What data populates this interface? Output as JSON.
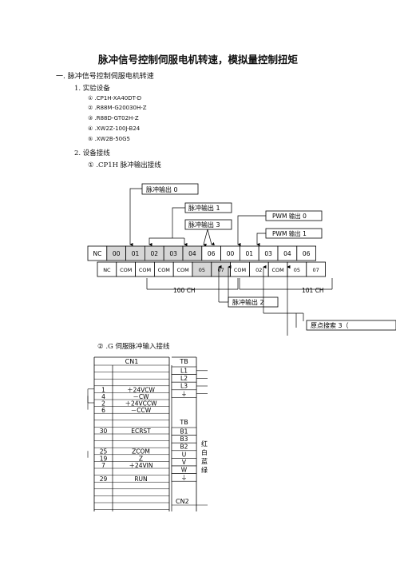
{
  "title": "脉冲信号控制伺服电机转速，模拟量控制扭矩",
  "section1": "一. 脉冲信号控制伺服电机转速",
  "sub1": "1.  实验设备",
  "equipment": [
    "① .CP1H-XA40DT-D",
    "② .R88M-G20030H-Z",
    "③ .R88D-GT02H-Z",
    "④ .XW2Z-100J-B24",
    "⑤ .XW2B-50G5"
  ],
  "sub2": "2.  设备接线",
  "wiring1": "① .CP1H 脉冲输出接线",
  "wiring2": "② .G 伺服脉冲输入接线",
  "diagram1": {
    "callouts": {
      "pulse0": "脉冲输出 0",
      "pulse1": "脉冲输出 1",
      "pulse3": "脉冲输出 3",
      "pwm0": "PWM 输出 0",
      "pwm1": "PWM 输出 1",
      "pulse2": "脉冲输出 2",
      "origin3": "原点搜索 3（",
      "ch100": "100 CH",
      "ch101": "101 CH"
    },
    "top_row": [
      "NC",
      "00",
      "01",
      "02",
      "03",
      "04",
      "06",
      "00",
      "01",
      "03",
      "04",
      "06"
    ],
    "bottom_row": [
      "NC",
      "COM",
      "COM",
      "COM",
      "COM",
      "05",
      "07",
      "COM",
      "02",
      "COM",
      "05",
      "07"
    ]
  },
  "diagram2": {
    "cn1": "CN1",
    "tb": "TB",
    "cn2": "CN2",
    "tb_block1": [
      "L1",
      "L2",
      "L3",
      "⏚"
    ],
    "tb_label2": "TB",
    "tb_block2": [
      "B1",
      "B3",
      "B2",
      "U",
      "V",
      "W",
      "⏚"
    ],
    "colors": [
      "红",
      "白",
      "蓝",
      "绿"
    ],
    "pins": [
      {
        "num": "1",
        "sig": "＋24VCW"
      },
      {
        "num": "4",
        "sig": "－CW"
      },
      {
        "num": "2",
        "sig": "＋24VCCW"
      },
      {
        "num": "6",
        "sig": "－CCW"
      },
      {
        "num": "30",
        "sig": "ECRST"
      },
      {
        "num": "25",
        "sig": "ZCOM"
      },
      {
        "num": "19",
        "sig": "Z"
      },
      {
        "num": "7",
        "sig": "＋24VIN"
      },
      {
        "num": "29",
        "sig": "RUN"
      }
    ]
  }
}
